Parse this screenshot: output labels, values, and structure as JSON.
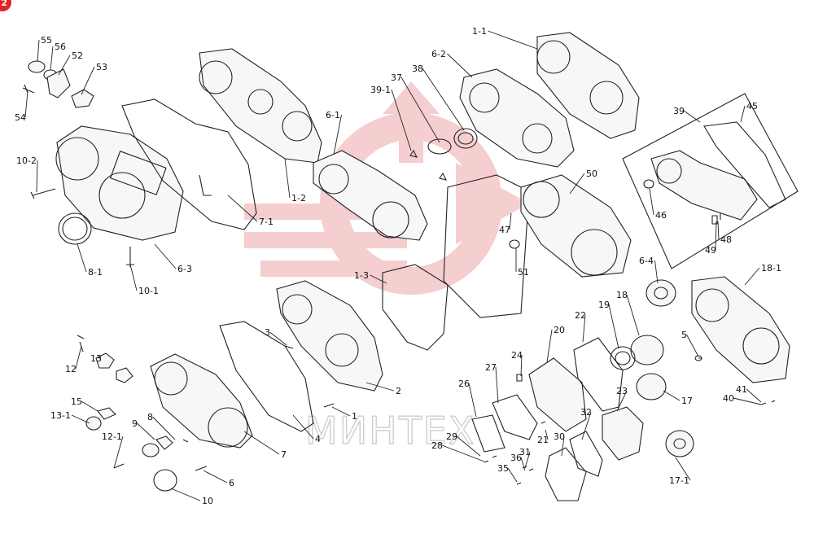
{
  "badge": "2",
  "watermark_text": "МИНТЕХ",
  "colors": {
    "watermark": "#f4c6c8",
    "badge": "#e2242b",
    "lines": "#222222"
  },
  "callouts": [
    "55",
    "56",
    "52",
    "53",
    "54",
    "10-2",
    "8-1",
    "10-1",
    "6-3",
    "7-1",
    "1-2",
    "1-1",
    "6-2",
    "6-1",
    "39-1",
    "37",
    "38",
    "39",
    "45",
    "46",
    "49",
    "48",
    "47",
    "51",
    "50",
    "6-4",
    "18-1",
    "1-3",
    "3",
    "2",
    "1",
    "4",
    "7",
    "6",
    "10",
    "8",
    "9",
    "13",
    "12",
    "15",
    "13-1",
    "12-1",
    "18",
    "19",
    "22",
    "20",
    "24",
    "27",
    "26",
    "21",
    "29",
    "28",
    "30",
    "31",
    "35",
    "36",
    "32",
    "23",
    "17",
    "17-1",
    "5",
    "41",
    "40"
  ]
}
